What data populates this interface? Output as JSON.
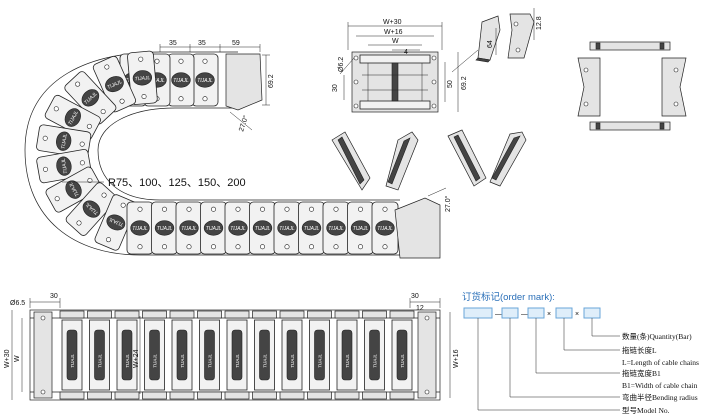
{
  "top_chain": {
    "dims": {
      "pitch_1": "35",
      "pitch_2": "35",
      "pitch_3": "59",
      "height": "69.2",
      "angle": "27.0°"
    },
    "radius_label": "R75、100、125、150、200",
    "logo_text": "TIJAJL"
  },
  "lower_end": {
    "angle": "27.0°"
  },
  "cross_section": {
    "dims": {
      "width_outer": "W+30",
      "width_mid": "W+16",
      "width_inner": "W",
      "gap": "4",
      "hole": "Ø6.2",
      "height_left": "30",
      "height_right_1": "50",
      "height_right_2": "69.2"
    }
  },
  "small_link": {
    "dims": {
      "d1": "64",
      "d2": "12.8"
    }
  },
  "bottom_view": {
    "dims": {
      "hole": "Ø6.5",
      "left_top": "30",
      "right_top": "30",
      "gap": "12",
      "width_outer": "W+30",
      "width_inner": "W",
      "width_mid": "W+24",
      "width_right": "W+16"
    },
    "link_count": 13
  },
  "order": {
    "title": "订货标记(order mark):",
    "separator_dash": "—",
    "separator_x": "×",
    "labels": [
      "数量(条)Quantity(Bar)",
      "拖链长度L",
      "L=Length of cable chains",
      "拖链宽度B1",
      "B1=Width of cable chain",
      "弯曲半径Bending radius",
      "型号Model No."
    ]
  },
  "colors": {
    "accent": "#2a6fb8",
    "box_fill": "#dfeefa"
  }
}
